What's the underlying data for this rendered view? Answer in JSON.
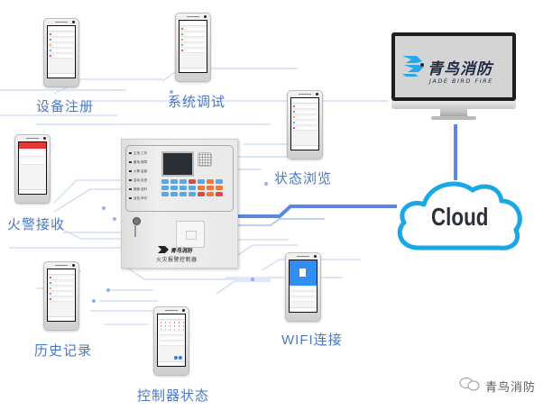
{
  "diagram": {
    "center_device": {
      "name_cn": "火灾报警控制器",
      "brand_cn": "青鸟消防",
      "led_labels": [
        "主电 工作",
        "备电 故障",
        "火警 监管",
        "启动 反馈",
        "屏蔽 延时",
        "自检 声光"
      ],
      "keypad_rows": [
        [
          "#5aa7e6",
          "#5aa7e6",
          "#5aa7e6",
          "#e04848",
          "#5aa7e6",
          "#f07838",
          "#5aa7e6"
        ],
        [
          "#5aa7e6",
          "#5aa7e6",
          "#5aa7e6",
          "#5aa7e6",
          "#f07838",
          "#f07838",
          "#f07838"
        ],
        [
          "#5aa7e6",
          "#5aa7e6",
          "#5aa7e6",
          "#5aa7e6",
          "#e04848",
          "#f07838",
          "#e04848"
        ]
      ]
    },
    "cloud": {
      "label": "Cloud",
      "color": "#1aa7e8"
    },
    "monitor": {
      "brand_cn": "青鸟消防",
      "brand_en": "JADE BIRD FIRE",
      "logo_color": "#29a8e8"
    },
    "features": [
      {
        "id": "device-registration",
        "label": "设备注册",
        "screen": "list",
        "accent": "#4a78c8"
      },
      {
        "id": "system-debug",
        "label": "系统调试",
        "screen": "list",
        "accent": "#4a78c8"
      },
      {
        "id": "status-browse",
        "label": "状态浏览",
        "screen": "list",
        "accent": "#4a78c8"
      },
      {
        "id": "fire-alarm-receive",
        "label": "火警接收",
        "screen": "alarm",
        "accent": "#e53935"
      },
      {
        "id": "history-records",
        "label": "历史记录",
        "screen": "list",
        "accent": "#4a78c8"
      },
      {
        "id": "wifi-connect",
        "label": "WIFI连接",
        "screen": "wifi",
        "accent": "#2f8ef0"
      },
      {
        "id": "controller-status",
        "label": "控制器状态",
        "screen": "status",
        "accent": "#4a78c8"
      }
    ],
    "connections": [
      {
        "from": "center_device",
        "to": "cloud"
      },
      {
        "from": "cloud",
        "to": "monitor"
      }
    ],
    "line_color": "#5b86e5",
    "trace_color": "#b9cdf2",
    "label_color": "#4a78c8"
  },
  "watermark": {
    "icon": "wechat-icon",
    "text": "青鸟消防"
  }
}
